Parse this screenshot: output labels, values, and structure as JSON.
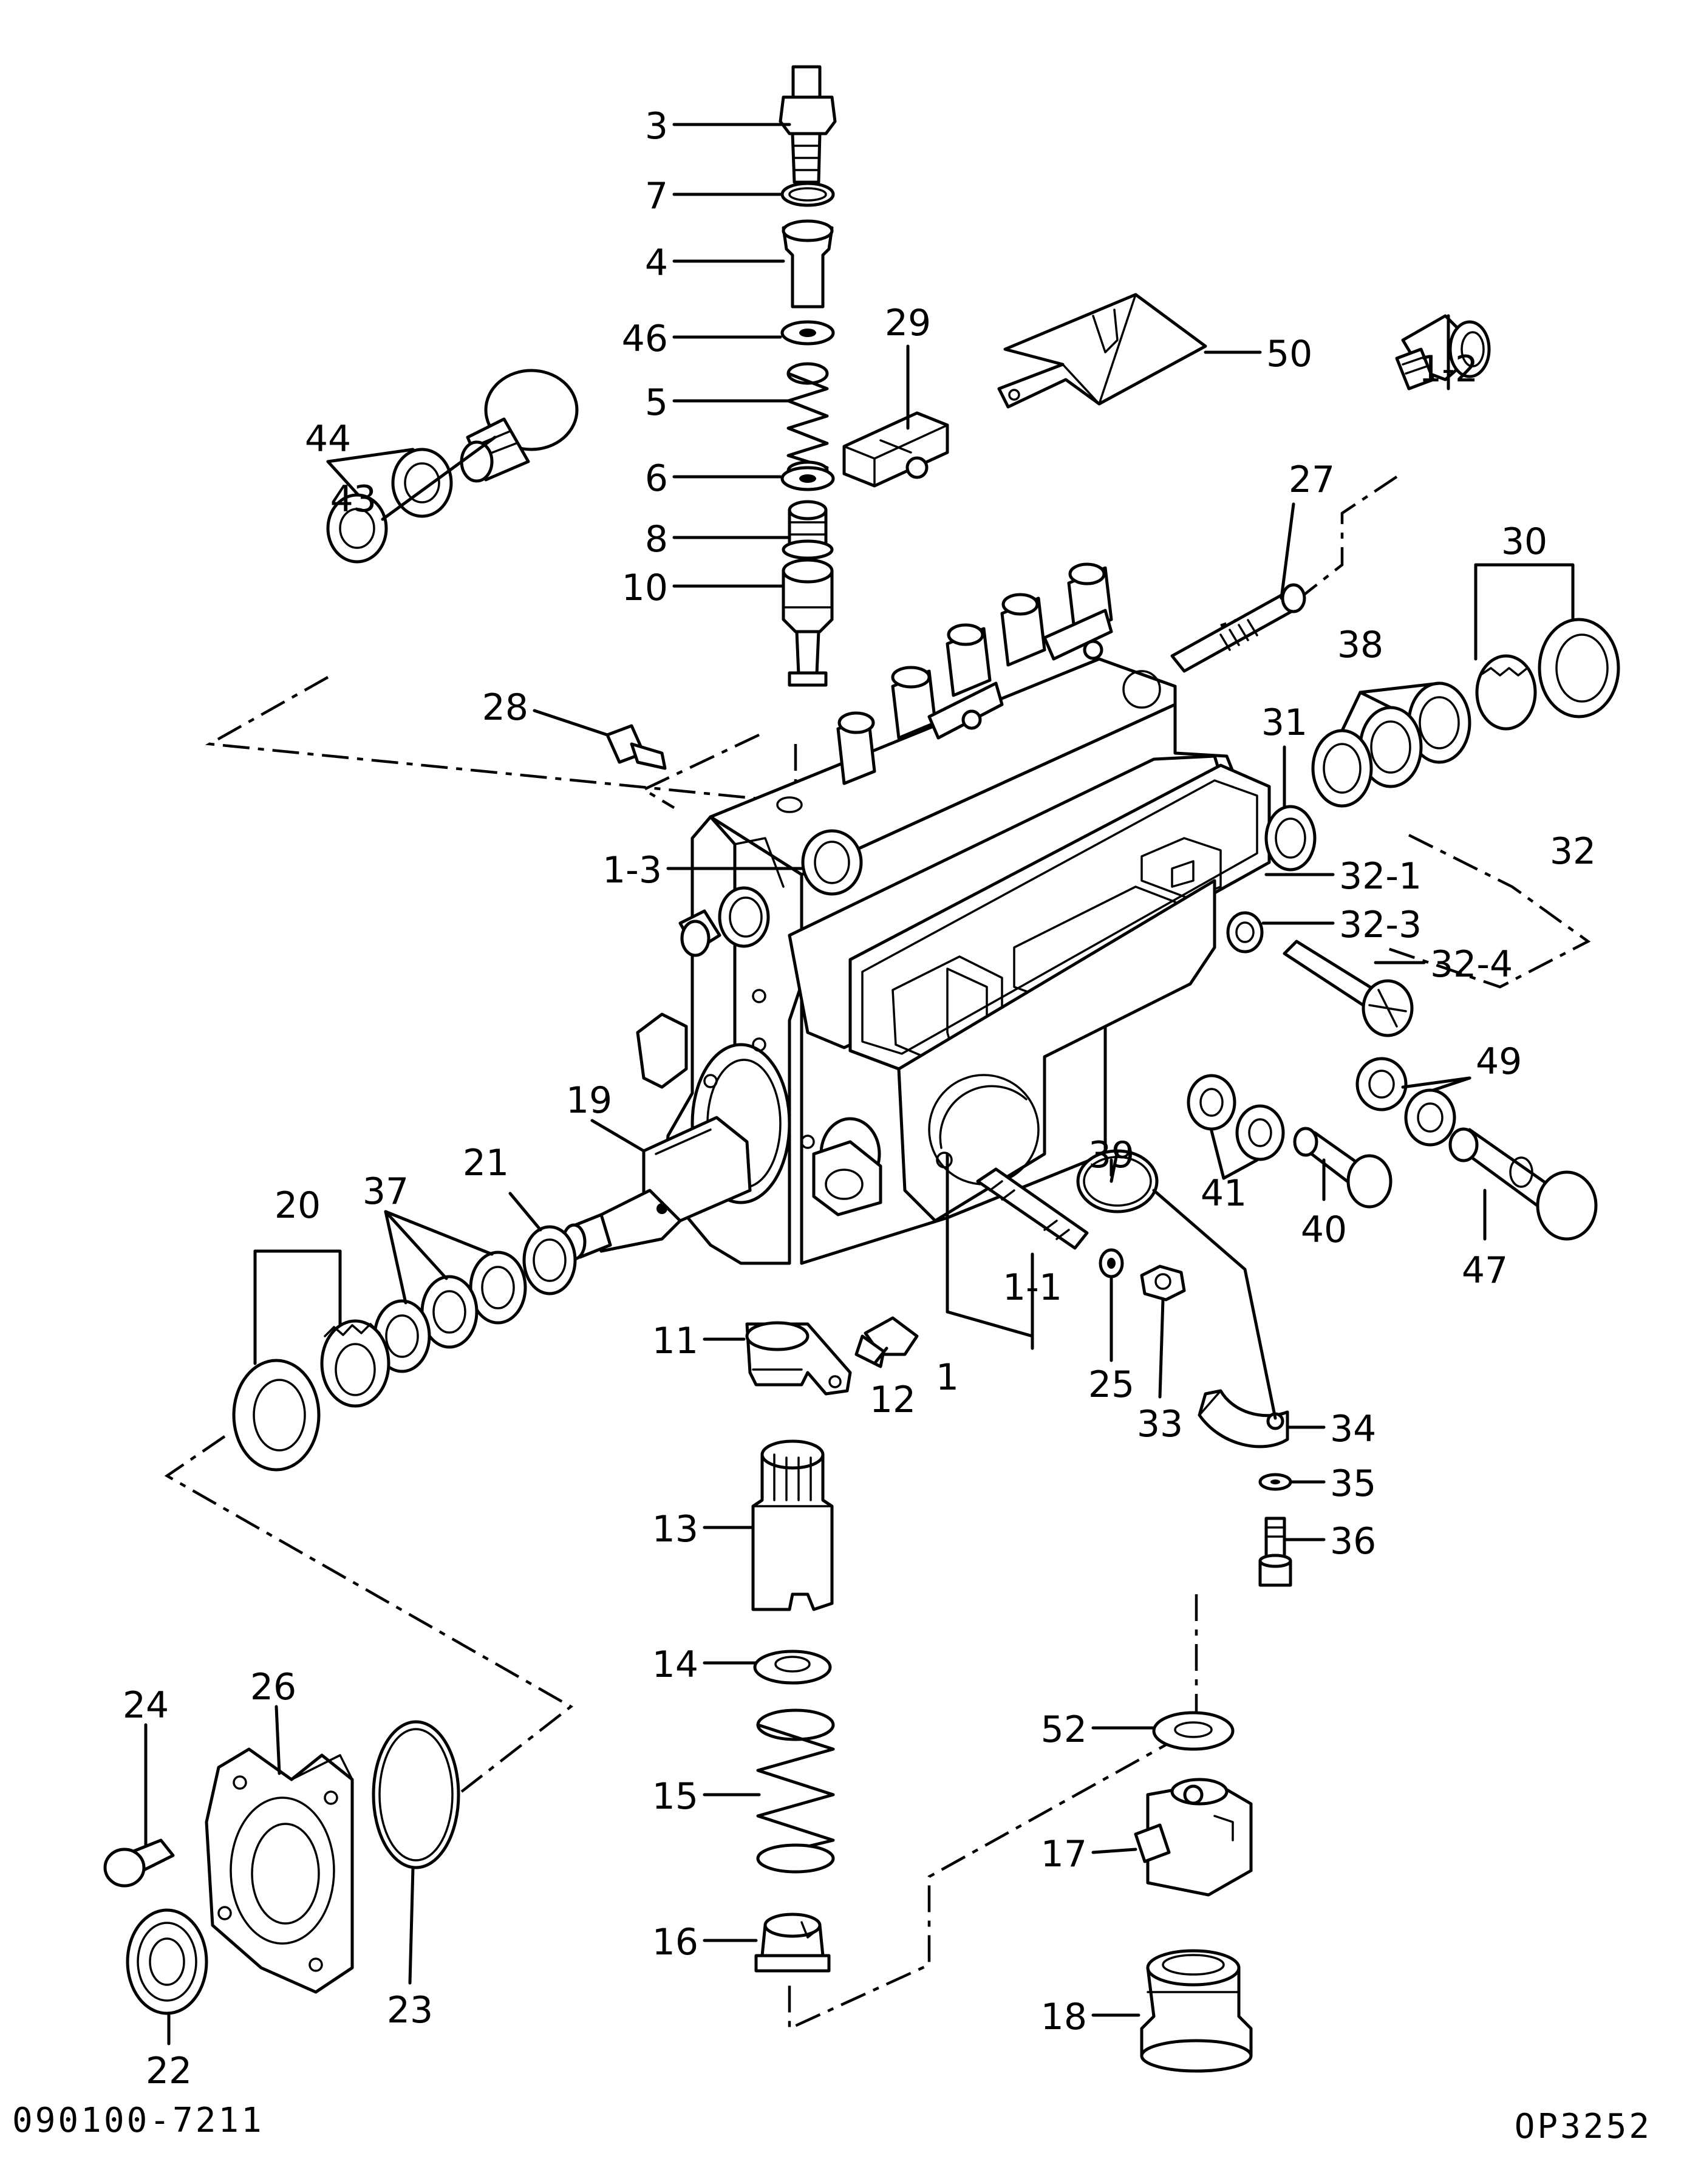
{
  "drawing_number": "090100-7211",
  "figure_code": "OP3252",
  "callouts": [
    {
      "id": "c3",
      "text": "3"
    },
    {
      "id": "c7",
      "text": "7"
    },
    {
      "id": "c4",
      "text": "4"
    },
    {
      "id": "c46",
      "text": "46"
    },
    {
      "id": "c5",
      "text": "5"
    },
    {
      "id": "c6",
      "text": "6"
    },
    {
      "id": "c8",
      "text": "8"
    },
    {
      "id": "c10",
      "text": "10"
    },
    {
      "id": "c29",
      "text": "29"
    },
    {
      "id": "c50",
      "text": "50"
    },
    {
      "id": "c1-2",
      "text": "1-2"
    },
    {
      "id": "c27",
      "text": "27"
    },
    {
      "id": "c43",
      "text": "43"
    },
    {
      "id": "c44",
      "text": "44"
    },
    {
      "id": "c30",
      "text": "30"
    },
    {
      "id": "c38",
      "text": "38"
    },
    {
      "id": "c28",
      "text": "28"
    },
    {
      "id": "c31",
      "text": "31"
    },
    {
      "id": "c32",
      "text": "32"
    },
    {
      "id": "c1-3",
      "text": "1-3"
    },
    {
      "id": "c32-1",
      "text": "32-1"
    },
    {
      "id": "c32-3",
      "text": "32-3"
    },
    {
      "id": "c32-4",
      "text": "32-4"
    },
    {
      "id": "c49",
      "text": "49"
    },
    {
      "id": "c19",
      "text": "19"
    },
    {
      "id": "c39",
      "text": "39"
    },
    {
      "id": "c21",
      "text": "21"
    },
    {
      "id": "c37",
      "text": "37"
    },
    {
      "id": "c41",
      "text": "41"
    },
    {
      "id": "c40",
      "text": "40"
    },
    {
      "id": "c47",
      "text": "47"
    },
    {
      "id": "c20",
      "text": "20"
    },
    {
      "id": "c1-1",
      "text": "1-1"
    },
    {
      "id": "c11",
      "text": "11"
    },
    {
      "id": "c12",
      "text": "12"
    },
    {
      "id": "c1",
      "text": "1"
    },
    {
      "id": "c25",
      "text": "25"
    },
    {
      "id": "c33",
      "text": "33"
    },
    {
      "id": "c34",
      "text": "34"
    },
    {
      "id": "c35",
      "text": "35"
    },
    {
      "id": "c13",
      "text": "13"
    },
    {
      "id": "c36",
      "text": "36"
    },
    {
      "id": "c14",
      "text": "14"
    },
    {
      "id": "c24",
      "text": "24"
    },
    {
      "id": "c26",
      "text": "26"
    },
    {
      "id": "c52",
      "text": "52"
    },
    {
      "id": "c15",
      "text": "15"
    },
    {
      "id": "c17",
      "text": "17"
    },
    {
      "id": "c23",
      "text": "23"
    },
    {
      "id": "c16",
      "text": "16"
    },
    {
      "id": "c22",
      "text": "22"
    },
    {
      "id": "c18",
      "text": "18"
    }
  ]
}
